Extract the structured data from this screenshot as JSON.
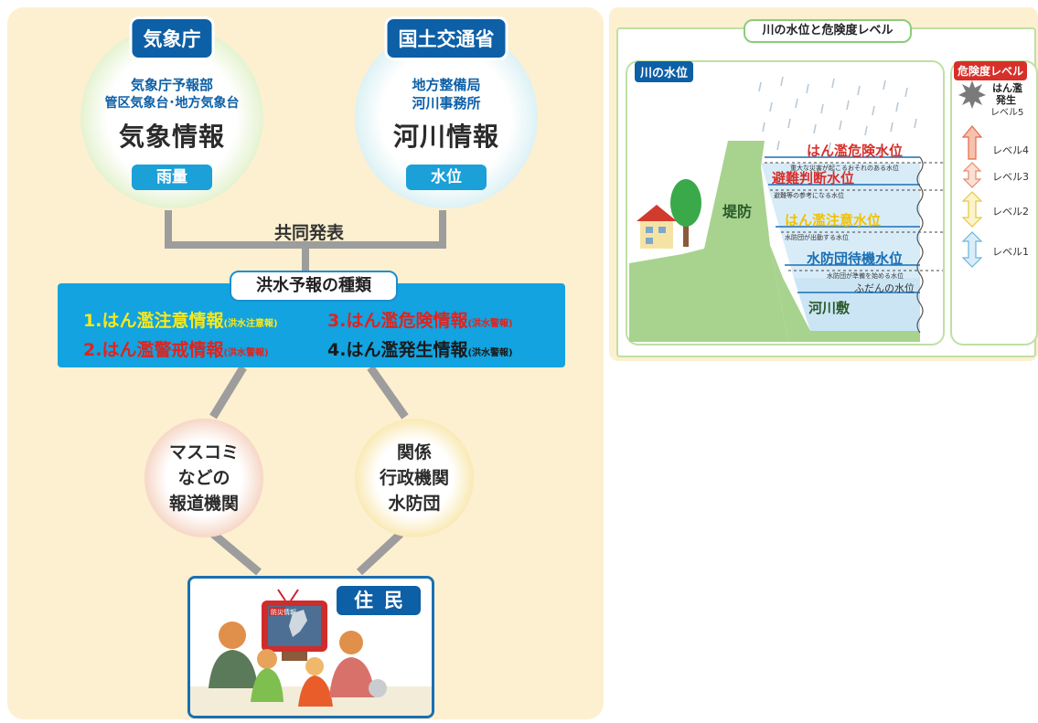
{
  "left": {
    "jma": {
      "title": "気象庁",
      "sub1": "気象庁予報部",
      "sub2": "管区気象台･地方気象台",
      "main": "気象情報",
      "pill": "雨量"
    },
    "mlit": {
      "title": "国土交通省",
      "sub1": "地方整備局",
      "sub2": "河川事務所",
      "main": "河川情報",
      "pill": "水位"
    },
    "joint": "共同発表",
    "flood_title": "洪水予報の種類",
    "flood_items": [
      {
        "text": "1.はん濫注意情報",
        "note": "(洪水注意報)",
        "color": "#f7e81c"
      },
      {
        "text": "3.はん濫危険情報",
        "note": "(洪水警報)",
        "color": "#e0231d"
      },
      {
        "text": "2.はん濫警戒情報",
        "note": "(洪水警報)",
        "color": "#e0231d"
      },
      {
        "text": "4.はん濫発生情報",
        "note": "(洪水警報)",
        "color": "#1a1a1a"
      }
    ],
    "media": {
      "line1": "マスコミ",
      "line2": "などの",
      "line3": "報道機関"
    },
    "gov": {
      "line1": "関係",
      "line2": "行政機関",
      "line3": "水防団"
    },
    "resident": "住民",
    "tv_label": "防災情報"
  },
  "right": {
    "title": "川の水位と危険度レベル",
    "river_tag": "川の水位",
    "danger_tag": "危険度レベル",
    "levee": "堤防",
    "riverbed": "河川敷",
    "normal_level": "ふだんの水位",
    "water_levels": [
      {
        "name": "はん濫危険水位",
        "note": "重大な災害が起こるおそれのある水位",
        "color": "#d7302b"
      },
      {
        "name": "避難判断水位",
        "note": "避難等の参考になる水位",
        "color": "#d7302b"
      },
      {
        "name": "はん濫注意水位",
        "note": "水防団が出動する水位",
        "color": "#f2c100"
      },
      {
        "name": "水防団待機水位",
        "note": "水防団が準備を始める水位",
        "color": "#1a6fb3"
      }
    ],
    "flood_event": {
      "line1": "はん濫",
      "line2": "発生",
      "line3": "レベル5"
    },
    "levels": [
      "レベル4",
      "レベル3",
      "レベル2",
      "レベル1"
    ],
    "colors": {
      "level4": "#e8674a",
      "level3": "#f2a48a",
      "level2": "#f7e38a",
      "level1": "#8cc8ea"
    }
  }
}
